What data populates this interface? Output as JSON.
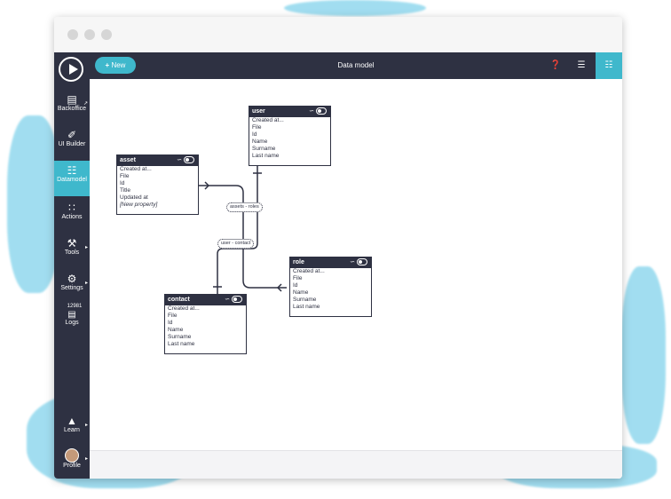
{
  "app": {
    "page_title": "Data model",
    "new_button": "New",
    "colors": {
      "sidebar": "#2e3142",
      "accent": "#3fb8cc",
      "canvas": "#ffffff"
    }
  },
  "sidebar": {
    "items": [
      {
        "label": "Backoffice",
        "icon": "table-icon"
      },
      {
        "label": "UI Builder",
        "icon": "brush-icon"
      },
      {
        "label": "Datamodel",
        "icon": "datamodel-icon",
        "active": true
      },
      {
        "label": "Actions",
        "icon": "actions-icon"
      },
      {
        "label": "Tools",
        "icon": "tools-icon"
      },
      {
        "label": "Settings",
        "icon": "gear-icon"
      },
      {
        "label": "Logs",
        "icon": "logs-icon",
        "badge": "12981"
      }
    ],
    "bottom": [
      {
        "label": "Learn",
        "icon": "graduation-cap-icon"
      },
      {
        "label": "Profile",
        "icon": "avatar"
      }
    ]
  },
  "toolbar": {
    "icons": [
      "help-icon",
      "list-icon",
      "diagram-icon"
    ]
  },
  "entities": {
    "user": {
      "name": "user",
      "fields": [
        "Created at...",
        "File",
        "Id",
        "Name",
        "Surname",
        "Last name"
      ]
    },
    "asset": {
      "name": "asset",
      "fields": [
        "Created at...",
        "File",
        "Id",
        "Title",
        "Updated at",
        "[New property]"
      ]
    },
    "role": {
      "name": "role",
      "fields": [
        "Created at...",
        "File",
        "Id",
        "Name",
        "Surname",
        "Last name"
      ]
    },
    "contact": {
      "name": "contact",
      "fields": [
        "Created at...",
        "File",
        "Id",
        "Name",
        "Surname",
        "Last name"
      ]
    }
  },
  "relations": {
    "assets_roles": "assets - roles",
    "user_contact": "user - contact"
  }
}
